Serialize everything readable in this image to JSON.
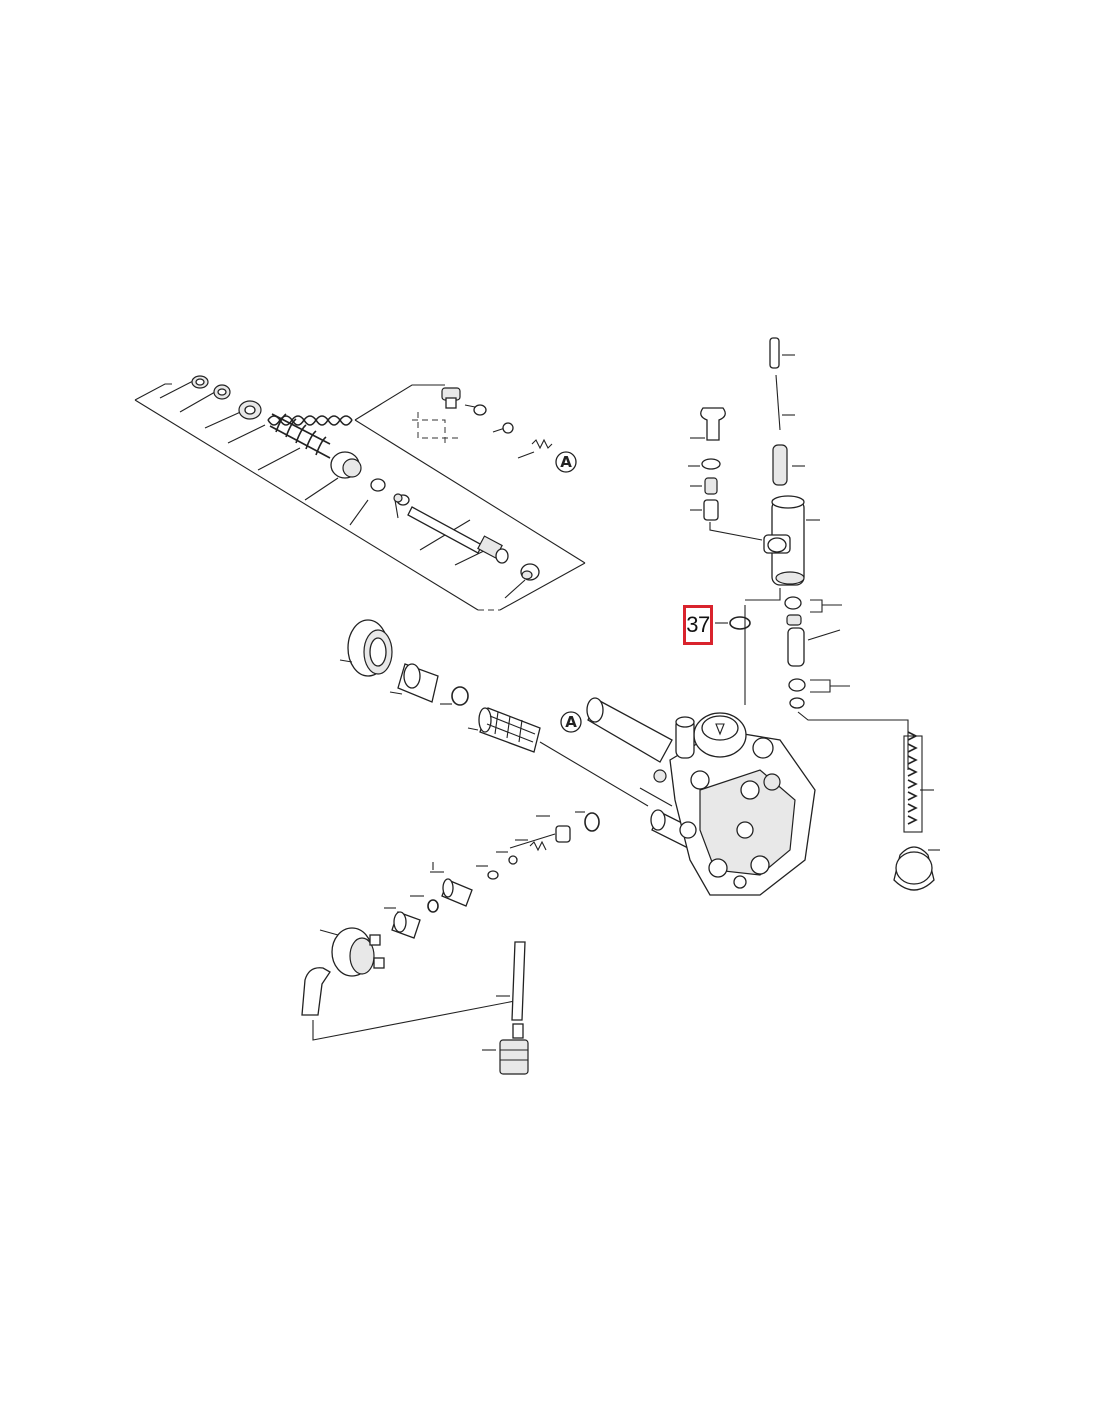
{
  "diagram": {
    "reference_markers": [
      "A",
      "A"
    ],
    "highlighted_callout": {
      "number": "37",
      "border_color": "#d9232d"
    }
  }
}
